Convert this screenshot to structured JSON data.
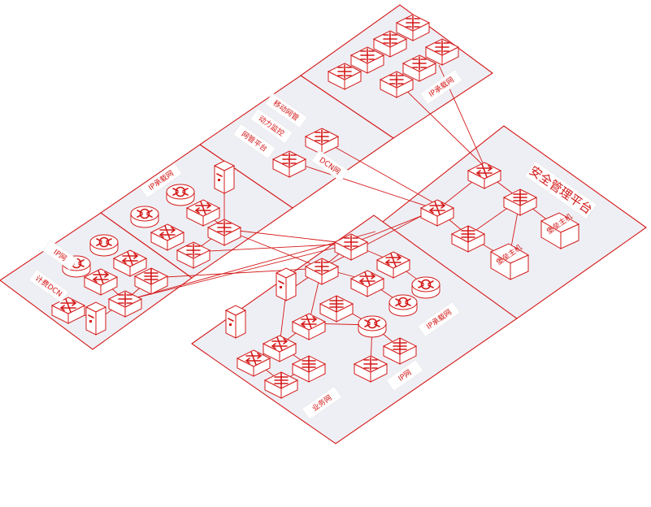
{
  "diagram": {
    "accent_color": "#d41818",
    "zone_fill": "#eeeff4",
    "labels": {
      "security_platform": "安全管理平台",
      "mobile_netmgmt": "移动网管",
      "power_monitor": "动力监控",
      "netmgmt_platform": "网管平台",
      "dcn_net_top": "DCN网",
      "ip_bearer_top": "IP承载网",
      "ip_bearer_left": "IP承载网",
      "ip_net_left": "IP网",
      "dcn_net_left": "计费DCN",
      "ip_bearer_bottom": "IP承载网",
      "ip_net_bottom": "IP网",
      "business_net": "业务网",
      "host_a": "堡垒主机",
      "host_b": "堡垒主机"
    },
    "icons": {
      "router": "router-icon",
      "switch": "switch-icon",
      "l3switch": "layer3-switch-icon",
      "server": "server-icon",
      "host": "host-icon"
    }
  }
}
